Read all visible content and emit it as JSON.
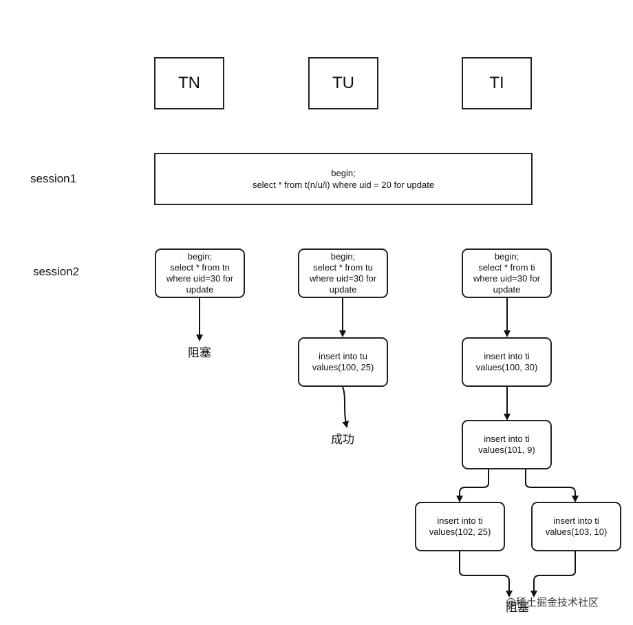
{
  "headers": {
    "tn": "TN",
    "tu": "TU",
    "ti": "TI"
  },
  "session_labels": {
    "session1": "session1",
    "session2": "session2"
  },
  "session1_box": {
    "line1": "begin;",
    "line2": "select * from t(n/u/i)  where uid = 20 for update"
  },
  "tn_column": {
    "select_box": [
      "begin;",
      "select * from tn",
      "where uid=30 for",
      "update"
    ],
    "result": "阻塞"
  },
  "tu_column": {
    "select_box": [
      "begin;",
      "select * from tu",
      "where uid=30 for",
      "update"
    ],
    "insert_box": [
      "insert into tu",
      "values(100, 25)"
    ],
    "result": "成功"
  },
  "ti_column": {
    "select_box": [
      "begin;",
      "select * from ti",
      "where uid=30 for",
      "update"
    ],
    "insert_1": [
      "insert into ti",
      "values(100, 30)"
    ],
    "insert_2": [
      "insert into ti",
      "values(101, 9)"
    ],
    "insert_3": [
      "insert into ti",
      "values(102, 25)"
    ],
    "insert_4": [
      "insert into ti",
      "values(103, 10)"
    ],
    "result": "阻塞"
  },
  "watermark": "@稀土掘金技术社区",
  "colors": {
    "stroke": "#222222",
    "background": "#ffffff"
  }
}
